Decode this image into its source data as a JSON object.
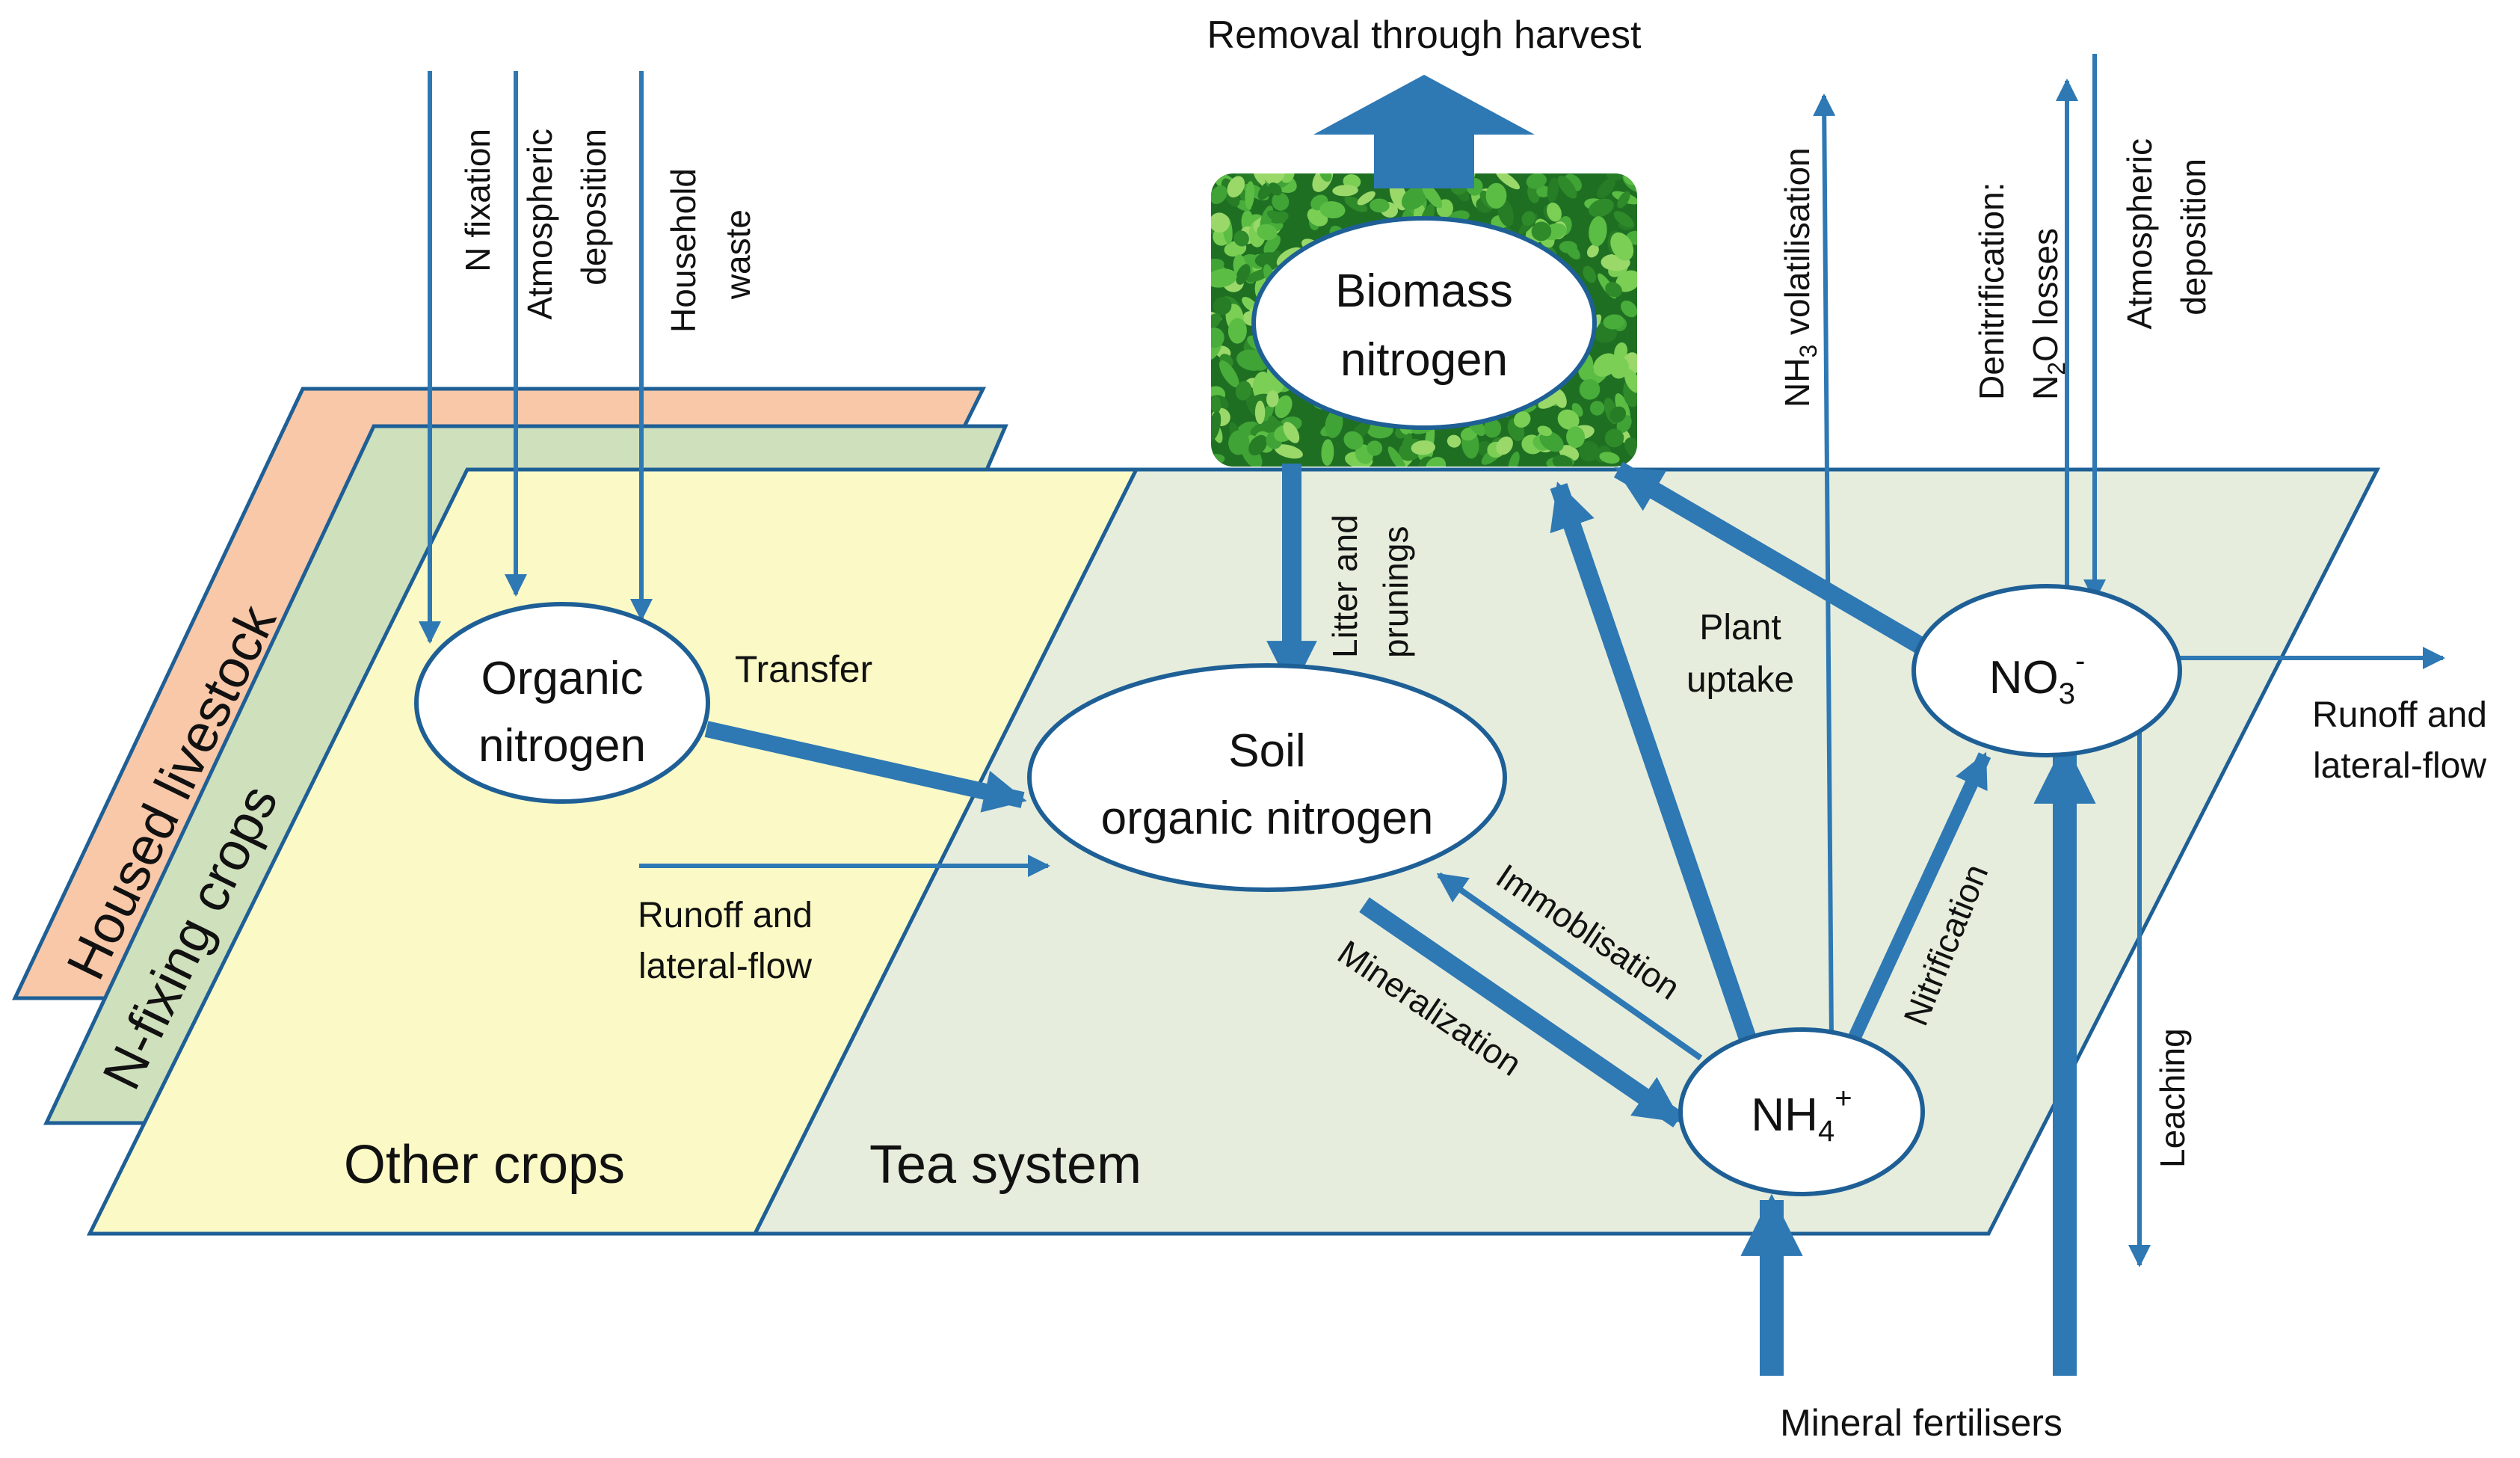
{
  "colors": {
    "arrow": "#2e78b4",
    "outline": "#1e5f96",
    "livestock_fill": "#f8c8a8",
    "nfixing_fill": "#cfe0bc",
    "othercrops_fill": "#fbfac6",
    "tea_fill": "#e6eddc",
    "foliage_dark": "#1f6f23",
    "foliage_light": "#6ec24a"
  },
  "layers": {
    "livestock": "Housed livestock",
    "nfixing": "N-fixing crops",
    "other_crops": "Other crops",
    "tea_system": "Tea system"
  },
  "nodes": {
    "organic": {
      "line1": "Organic",
      "line2": "nitrogen"
    },
    "soil": {
      "line1": "Soil",
      "line2": "organic nitrogen"
    },
    "biomass": {
      "line1": "Biomass",
      "line2": "nitrogen"
    },
    "nh4": {
      "base": "NH",
      "sub": "4",
      "sup": "+"
    },
    "no3": {
      "base": "NO",
      "sub": "3",
      "sup": "-"
    }
  },
  "inputs": {
    "n_fixation": "N fixation",
    "atm_dep_1": "Atmospheric",
    "atm_dep_2": "deposition",
    "household_1": "Household",
    "household_2": "waste"
  },
  "flows": {
    "removal": "Removal through harvest",
    "transfer": "Transfer",
    "runoff_left_1": "Runoff and",
    "runoff_left_2": "lateral-flow",
    "litter_1": "Litter and",
    "litter_2": "prunings",
    "plant_uptake_1": "Plant",
    "plant_uptake_2": "uptake",
    "immobilisation": "Immoblisation",
    "mineralization": "Mineralization",
    "nitrification": "Nitrification",
    "nh3_base": "NH",
    "nh3_sub": "3",
    "nh3_rest": " volatilisation",
    "denit_1": "Denitrification:",
    "denit_2_base": "N",
    "denit_2_sub": "2",
    "denit_2_rest": "O losses",
    "atm_dep_right_1": "Atmospheric",
    "atm_dep_right_2": "deposition",
    "runoff_right_1": "Runoff and",
    "runoff_right_2": "lateral-flow",
    "leaching": "Leaching",
    "mineral_fertilisers": "Mineral fertilisers"
  }
}
